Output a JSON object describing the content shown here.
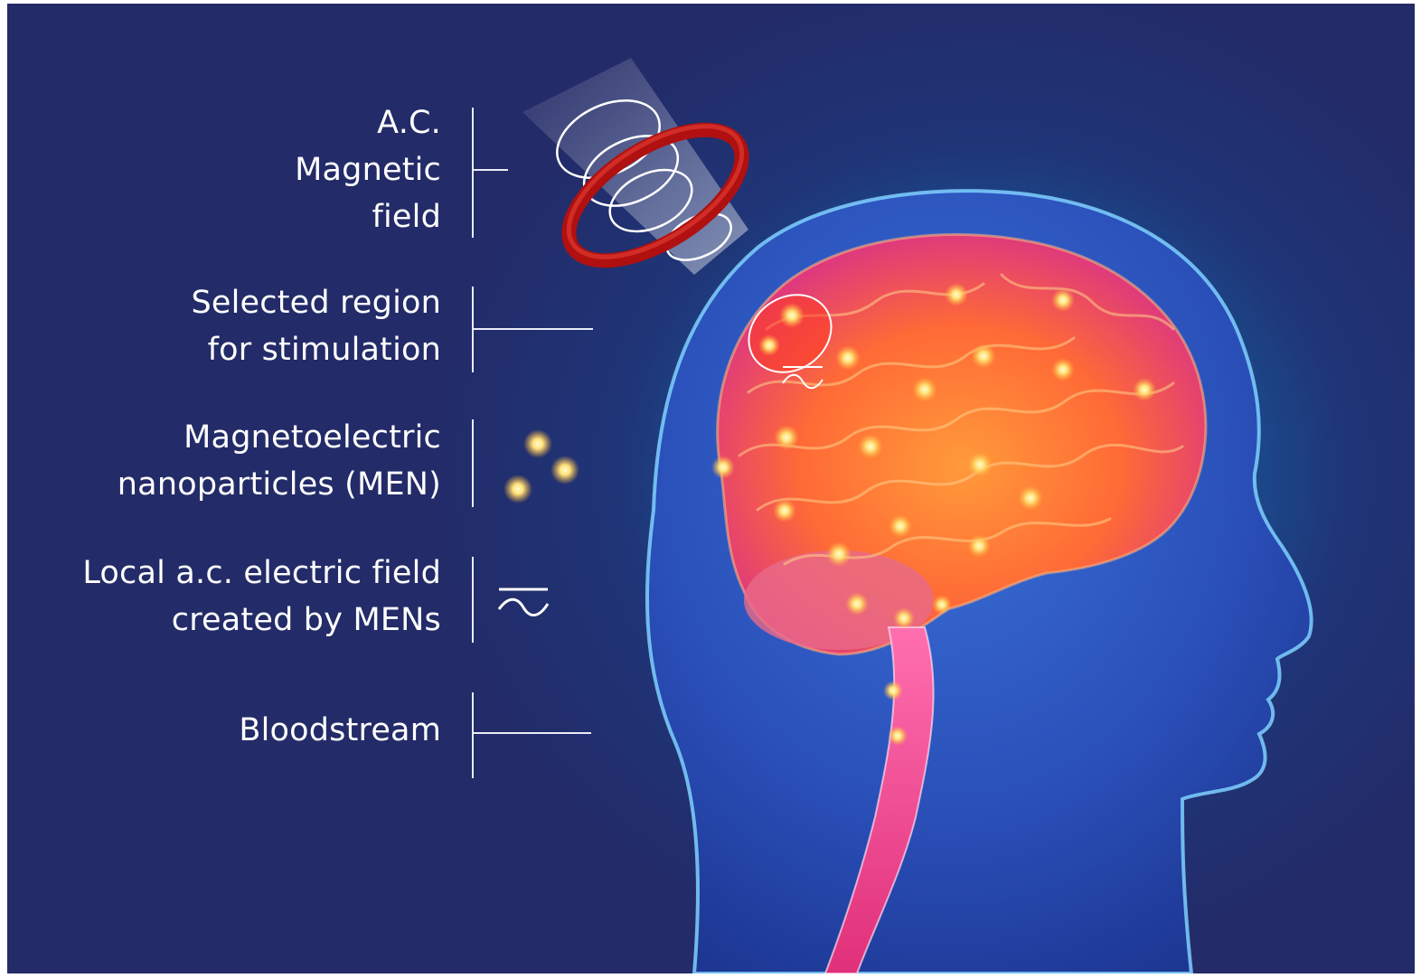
{
  "legend": {
    "magnetic_field": [
      "A.C.",
      "Magnetic",
      "field"
    ],
    "selected_region": [
      "Selected region",
      "for stimulation"
    ],
    "men": [
      "Magnetoelectric",
      "nanoparticles (MEN)"
    ],
    "electric_field": [
      "Local a.c. electric field",
      "created by MENs"
    ],
    "bloodstream": [
      "Bloodstream"
    ]
  },
  "colors": {
    "background": "#232b68",
    "head_glow": "#1a7fb6",
    "brain": "#ff7a3a",
    "particle": "#ffe27a",
    "coil_ring": "#b01010",
    "text": "#ffffff"
  },
  "icons": {
    "coil": "magnetic-coil-icon",
    "particles": "nanoparticle-icon",
    "ac_symbol": "ac-wave-icon"
  }
}
